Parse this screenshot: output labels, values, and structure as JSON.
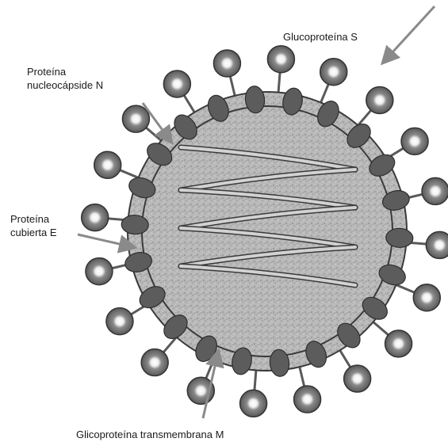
{
  "labels": {
    "glycoprotein_s": "Glucoproteína S",
    "nucleocapsid_n": [
      "Proteína",
      "nucleocápside N"
    ],
    "envelope_e": [
      "Proteína",
      "cubierta E"
    ],
    "membrane_m": "Glicoproteína transmembrana M"
  },
  "colors": {
    "arrow": "#8a8a8a",
    "membrane_outer": "#a9a9a9",
    "core_fill": "#b5b5b5",
    "protein_dark": "#5a5a5a",
    "spike_head": "#6e6e6e",
    "rna_strand": "#c8c8c8"
  }
}
